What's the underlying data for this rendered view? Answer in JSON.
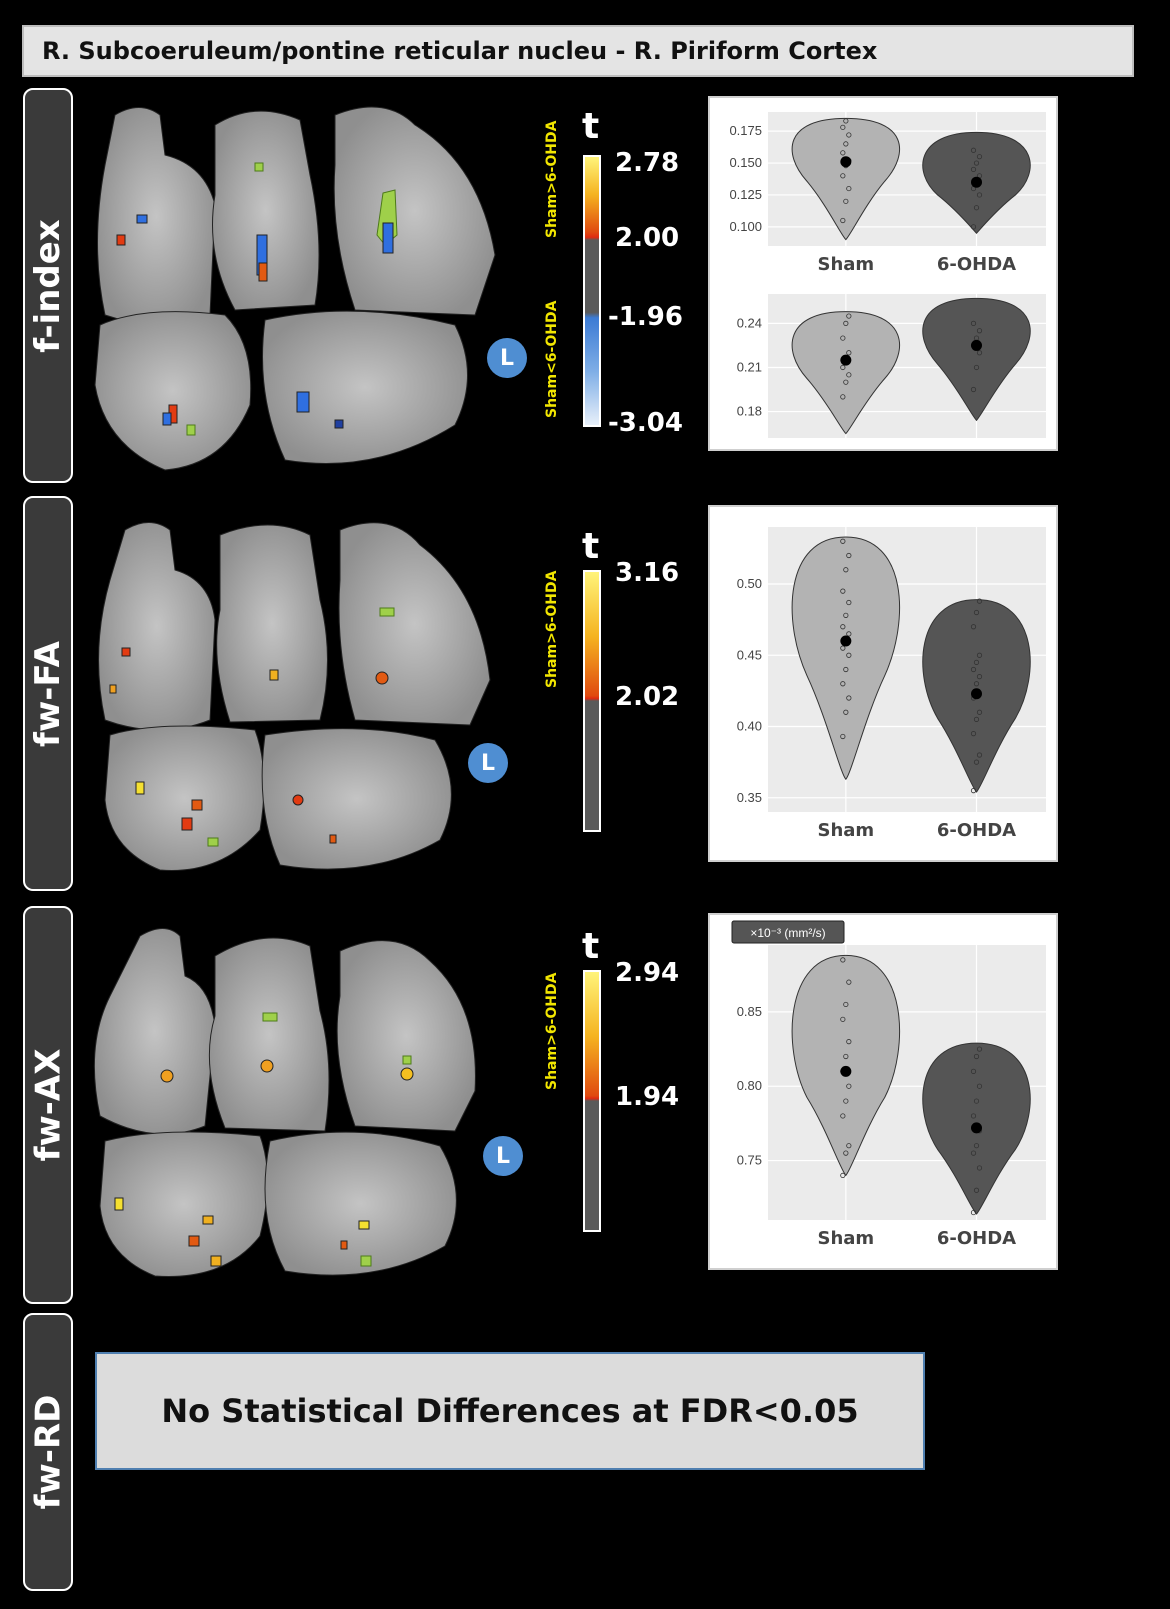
{
  "title": "R. Subcoeruleum/pontine reticular nucleu - R. Piriform Cortex",
  "rows": [
    {
      "label": "f-index"
    },
    {
      "label": "fw-FA"
    },
    {
      "label": "fw-AX"
    },
    {
      "label": "fw-RD"
    }
  ],
  "orientation_badge": "L",
  "colorbars": [
    {
      "t_label": "t",
      "pos_label": "Sham>6-OHDA",
      "neg_label": "Sham<6-OHDA",
      "max": "2.78",
      "thresh": "2.00",
      "neg_thresh": "-1.96",
      "min": "-3.04"
    },
    {
      "t_label": "t",
      "pos_label": "Sham>6-OHDA",
      "max": "3.16",
      "thresh": "2.02"
    },
    {
      "t_label": "t",
      "pos_label": "Sham>6-OHDA",
      "max": "2.94",
      "thresh": "1.94"
    }
  ],
  "no_difference_text": "No Statistical Differences at FDR<0.05",
  "colors": {
    "sham_fill": "#b3b3b3",
    "ohda_fill": "#555555",
    "panel_bg": "#ebebeb",
    "badge": "#4f8ed2",
    "label_yellow": "#f2e600"
  },
  "chart_data": [
    {
      "type": "violin",
      "row": "f-index",
      "categories": [
        "Sham",
        "6-OHDA"
      ],
      "yticks": [
        0.1,
        0.125,
        0.15,
        0.175
      ],
      "ylim": [
        0.085,
        0.19
      ],
      "means": [
        0.151,
        0.135
      ],
      "ranges": [
        [
          0.09,
          0.185
        ],
        [
          0.095,
          0.174
        ]
      ],
      "points": [
        [
          0.105,
          0.12,
          0.13,
          0.14,
          0.148,
          0.152,
          0.158,
          0.165,
          0.172,
          0.178,
          0.183
        ],
        [
          0.1,
          0.115,
          0.125,
          0.13,
          0.135,
          0.14,
          0.145,
          0.15,
          0.155,
          0.16
        ]
      ]
    },
    {
      "type": "violin",
      "row": "f-index",
      "categories": [
        "Sham",
        "6-OHDA"
      ],
      "yticks": [
        0.18,
        0.21,
        0.24
      ],
      "ylim": [
        0.162,
        0.26
      ],
      "means": [
        0.215,
        0.225
      ],
      "ranges": [
        [
          0.165,
          0.248
        ],
        [
          0.174,
          0.257
        ]
      ],
      "points": [
        [
          0.19,
          0.2,
          0.205,
          0.21,
          0.215,
          0.22,
          0.23,
          0.24,
          0.245
        ],
        [
          0.195,
          0.21,
          0.22,
          0.225,
          0.23,
          0.235,
          0.24
        ]
      ]
    },
    {
      "type": "violin",
      "row": "fw-FA",
      "categories": [
        "Sham",
        "6-OHDA"
      ],
      "yticks": [
        0.35,
        0.4,
        0.45,
        0.5
      ],
      "ylim": [
        0.34,
        0.54
      ],
      "means": [
        0.46,
        0.423
      ],
      "ranges": [
        [
          0.363,
          0.533
        ],
        [
          0.354,
          0.489
        ]
      ],
      "points": [
        [
          0.393,
          0.41,
          0.42,
          0.43,
          0.44,
          0.45,
          0.455,
          0.462,
          0.465,
          0.47,
          0.478,
          0.487,
          0.495,
          0.51,
          0.52,
          0.53
        ],
        [
          0.355,
          0.375,
          0.38,
          0.395,
          0.405,
          0.41,
          0.42,
          0.43,
          0.435,
          0.44,
          0.445,
          0.45,
          0.47,
          0.48,
          0.488
        ]
      ]
    },
    {
      "type": "violin",
      "row": "fw-AX",
      "ylabel": "×10⁻³ (mm²/s)",
      "categories": [
        "Sham",
        "6-OHDA"
      ],
      "yticks": [
        0.75,
        0.8,
        0.85
      ],
      "ylim": [
        0.71,
        0.895
      ],
      "means": [
        0.81,
        0.772
      ],
      "ranges": [
        [
          0.74,
          0.888
        ],
        [
          0.714,
          0.829
        ]
      ],
      "points": [
        [
          0.74,
          0.755,
          0.76,
          0.78,
          0.79,
          0.8,
          0.81,
          0.82,
          0.83,
          0.845,
          0.855,
          0.87,
          0.885
        ],
        [
          0.715,
          0.73,
          0.745,
          0.755,
          0.76,
          0.77,
          0.78,
          0.79,
          0.8,
          0.81,
          0.82,
          0.825
        ]
      ]
    }
  ]
}
